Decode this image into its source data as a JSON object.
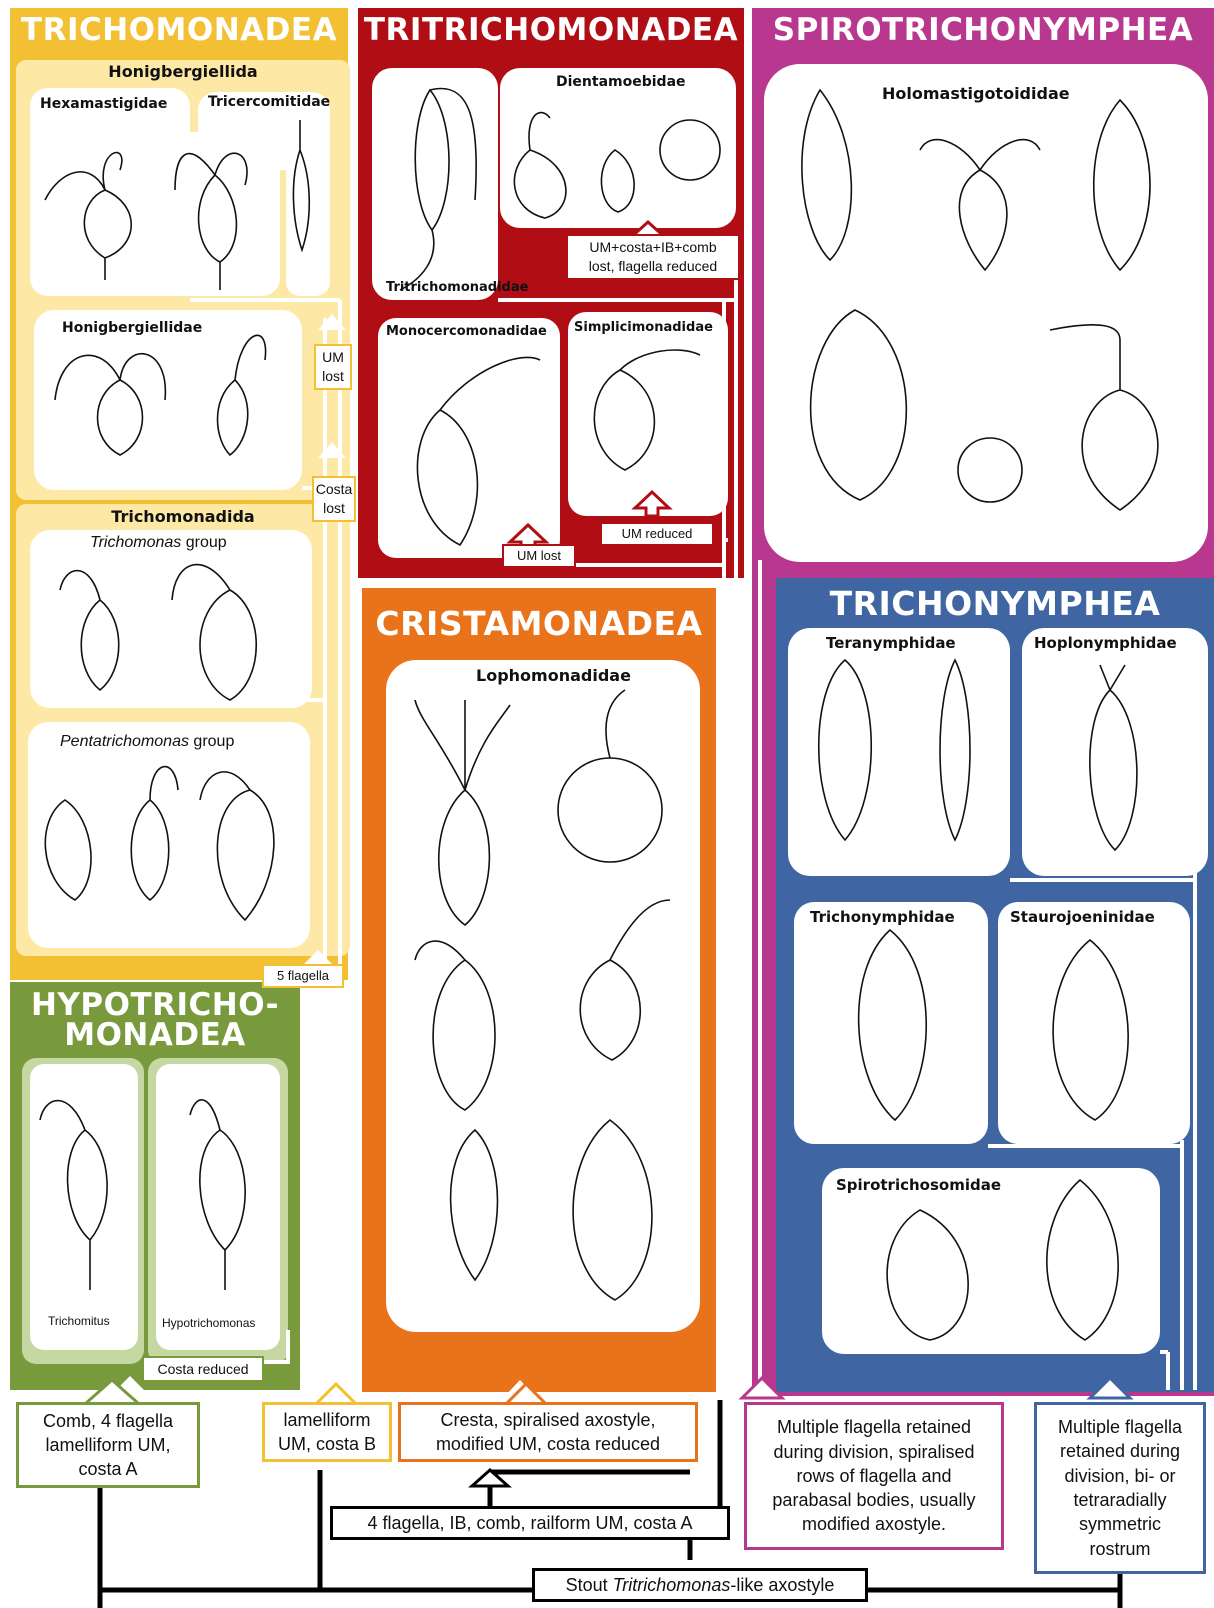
{
  "colors": {
    "trichomonadea": "#f3c033",
    "trichomonadea_light": "#fde8a6",
    "tritrichomonadea": "#b00e14",
    "cristamonadea": "#e8731a",
    "spirotrichonymphea": "#b8388f",
    "trichonymphea": "#3f66a3",
    "hypotrichomonadea": "#78993c",
    "hypotrichomonadea_light": "#c6d8a2"
  },
  "classes": {
    "trichomonadea": "TRICHOMONADEA",
    "tritrichomonadea": "TRITRICHOMONADEA",
    "spirotrichonymphea": "SPIROTRICHONYMPHEA",
    "cristamonadea": "CRISTAMONADEA",
    "trichonymphea": "TRICHONYMPHEA",
    "hypotrichomonadea_line1": "HYPOTRICHO-",
    "hypotrichomonadea_line2": "MONADEA"
  },
  "orders": {
    "honigbergiellida": "Honigbergiellida",
    "trichomonadida": "Trichomonadida"
  },
  "families": {
    "hexamastigidae": "Hexamastigidae",
    "tricercomitidae": "Tricercomitidae",
    "honigbergiellidae": "Honigbergiellidae",
    "dientamoebidae": "Dientamoebidae",
    "tritrichomonadidae": "Tritrichomonadidae",
    "monocercomonadidae": "Monocercomonadidae",
    "simplicimonadidae": "Simplicimonadidae",
    "holomastigotoididae": "Holomastigotoididae",
    "lophomonadidae": "Lophomonadidae",
    "teranymphidae": "Teranymphidae",
    "hoplonymphidae": "Hoplonymphidae",
    "trichonymphidae": "Trichonymphidae",
    "staurojoeninidae": "Staurojoeninidae",
    "spirotrichosomidae": "Spirotrichosomidae"
  },
  "groups": {
    "trichomonas_italic": "Trichomonas",
    "trichomonas_rest": " group",
    "pentatrichomonas_italic": "Pentatrichomonas",
    "pentatrichomonas_rest": " group"
  },
  "genera": {
    "trichomitus": "Trichomitus",
    "hypotrichomonas": "Hypotrichomonas"
  },
  "characters": {
    "um_lost_1": "UM",
    "um_lost_2": "lost",
    "costa_lost_1": "Costa",
    "costa_lost_2": "lost",
    "five_flagella": "5 flagella",
    "costa_reduced": "Costa reduced",
    "dienta_1": "UM+costa+IB+comb",
    "dienta_2": "lost, flagella reduced",
    "um_lost": "UM lost",
    "um_reduced": "UM reduced",
    "hypo_1": "Comb, 4 flagella",
    "hypo_2": "lamelliform UM,",
    "hypo_3": "costa A",
    "tricho_1": "lamelliform",
    "tricho_2": "UM, costa B",
    "crista_1": "Cresta, spiralised axostyle,",
    "crista_2": "modified UM, costa reduced",
    "four_flag": "4 flagella, IB, comb, railform UM, costa A",
    "spiro_1": "Multiple flagella retained",
    "spiro_2": "during division, spiralised",
    "spiro_3": "rows of flagella and",
    "spiro_4": "parabasal bodies, usually",
    "spiro_5": "modified axostyle.",
    "tnym_1": "Multiple flagella",
    "tnym_2": "retained during",
    "tnym_3": "division, bi- or",
    "tnym_4": "tetraradially",
    "tnym_5": "symmetric",
    "tnym_6": "rostrum",
    "stout_1": "Stout ",
    "stout_italic": "Tritrichomonas",
    "stout_2": "-like axostyle"
  }
}
